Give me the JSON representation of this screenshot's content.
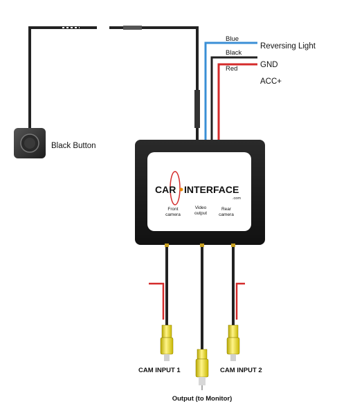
{
  "wires": {
    "blue_label": "Blue",
    "black_label": "Black",
    "red_label": "Red",
    "reversing_light": "Reversing Light",
    "gnd": "GND",
    "acc": "ACC+"
  },
  "button": {
    "label": "Black Button"
  },
  "module": {
    "brand_left": "CAR",
    "brand_right": "INTERFACE",
    "brand_sub": ".com",
    "port_front_1": "Front",
    "port_front_2": "camera",
    "port_video_1": "Video",
    "port_video_2": "output",
    "port_rear_1": "Rear",
    "port_rear_2": "camera"
  },
  "inputs": {
    "cam1": "CAM INPUT 1",
    "cam2": "CAM INPUT 2",
    "output": "Output (to Monitor)"
  },
  "colors": {
    "blue": "#3a8fd6",
    "red": "#d42b2b",
    "black": "#222222",
    "yellow": "#f2e300",
    "module": "#1a1a1a"
  }
}
